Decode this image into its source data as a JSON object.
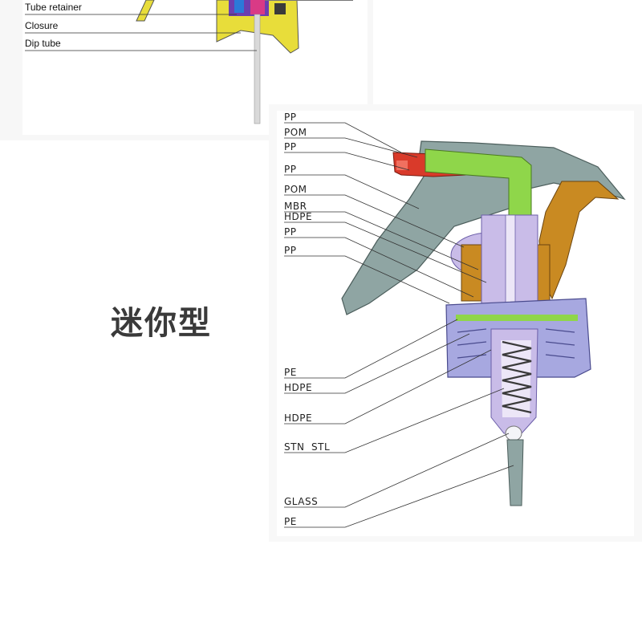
{
  "top_section": {
    "labels": [
      "Tube retainer",
      "Closure",
      "Dip tube"
    ]
  },
  "title": "迷你型",
  "parts_labels": [
    "PP",
    "POM",
    "PP",
    "PP",
    "POM",
    "MBR",
    "HDPE",
    "PP",
    "PP",
    "PE",
    "HDPE",
    "HDPE",
    "STN  STL",
    "GLASS",
    "PE"
  ],
  "colors": {
    "trigger": "#8fa5a3",
    "nozzle": "#d93a2a",
    "green_channel": "#8fd64a",
    "amber_parts": "#c98a22",
    "closure": "#a7a8e0",
    "body": "#c9bce8",
    "spring": "#5a5a5a",
    "yellow_closure": "#e8dd3a"
  }
}
